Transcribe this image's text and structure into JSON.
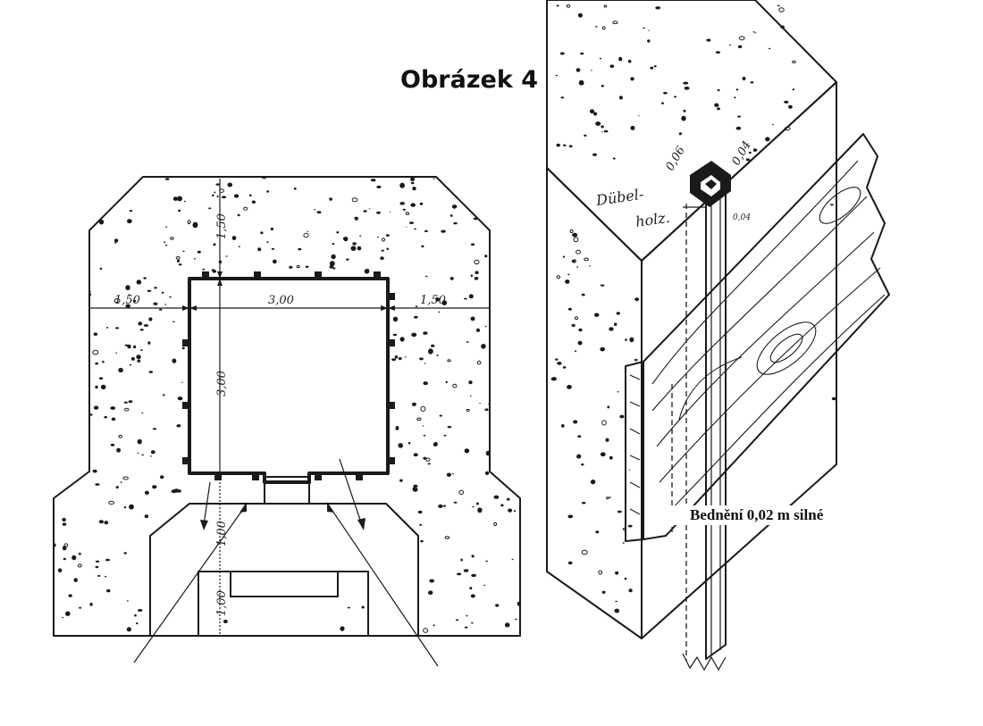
{
  "title": "Obrázek 4",
  "plan": {
    "dim_top": "1,50",
    "dim_left": "1,50",
    "dim_center": "3,00",
    "dim_right": "1,50",
    "dim_height": "3,00",
    "dim_lower": "1,00",
    "dim_bottom": "1,00"
  },
  "detail": {
    "dim_a": "0,06",
    "dim_b": "0,04",
    "dim_side": "0,04",
    "label_line1": "Dübel-",
    "label_line2": "holz.",
    "caption": "Bednění 0,02 m silné"
  }
}
